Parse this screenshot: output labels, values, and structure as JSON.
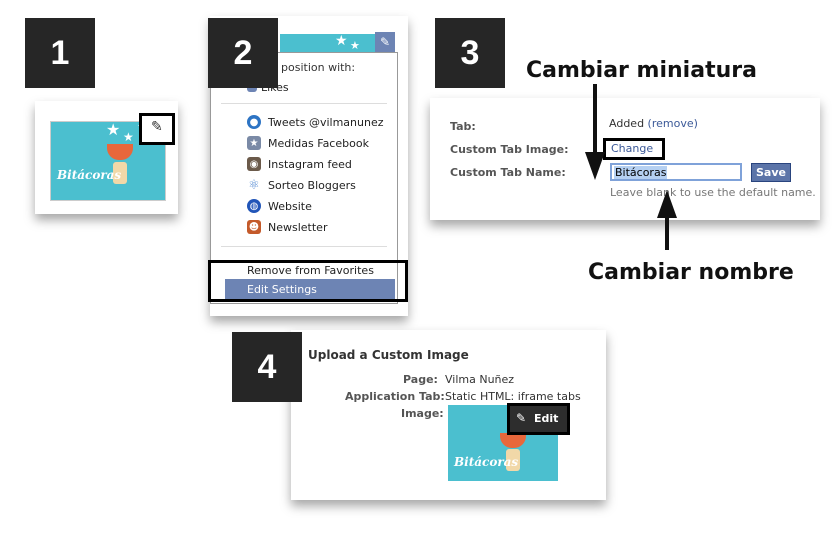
{
  "steps": [
    "1",
    "2",
    "3",
    "4"
  ],
  "thumb_label": "Bitácoras",
  "menu": {
    "header_partial": "position with:",
    "likes_label": "Likes",
    "items": [
      {
        "label": "Tweets @vilmanunez",
        "icon": "twitter-bird-icon",
        "color": "#2d74c4"
      },
      {
        "label": "Medidas Facebook",
        "icon": "star-icon",
        "color": "#7a8aa6"
      },
      {
        "label": "Instagram feed",
        "icon": "instagram-icon",
        "color": "#6b5a4a"
      },
      {
        "label": "Sorteo Bloggers",
        "icon": "atom-icon",
        "color": "#5b8fd4"
      },
      {
        "label": "Website",
        "icon": "globe-icon",
        "color": "#2155b8"
      },
      {
        "label": "Newsletter",
        "icon": "mascot-icon",
        "color": "#c45a2a"
      }
    ],
    "remove_favorites": "Remove from Favorites",
    "edit_settings": "Edit Settings"
  },
  "tab_settings": {
    "tab_label": "Tab:",
    "tab_value": "Added",
    "tab_remove": "(remove)",
    "image_label": "Custom Tab Image:",
    "image_link": "Change",
    "name_label": "Custom Tab Name:",
    "name_value": "Bitácoras",
    "save_button": "Save",
    "hint": "Leave blank to use the default name."
  },
  "annotations": {
    "cambiar_miniatura": "Cambiar miniatura",
    "cambiar_nombre": "Cambiar nombre"
  },
  "upload": {
    "title": "Upload a Custom Image",
    "page_label": "Page:",
    "page_value": "Vilma Nuñez",
    "app_label": "Application Tab:",
    "app_value": "Static HTML: iframe tabs",
    "image_label": "Image:",
    "edit_button": "Edit"
  },
  "colors": {
    "teal": "#4bbfcf",
    "fb_blue": "#3b5998",
    "menu_highlight": "#6d84b4",
    "step_bg": "#262626"
  }
}
